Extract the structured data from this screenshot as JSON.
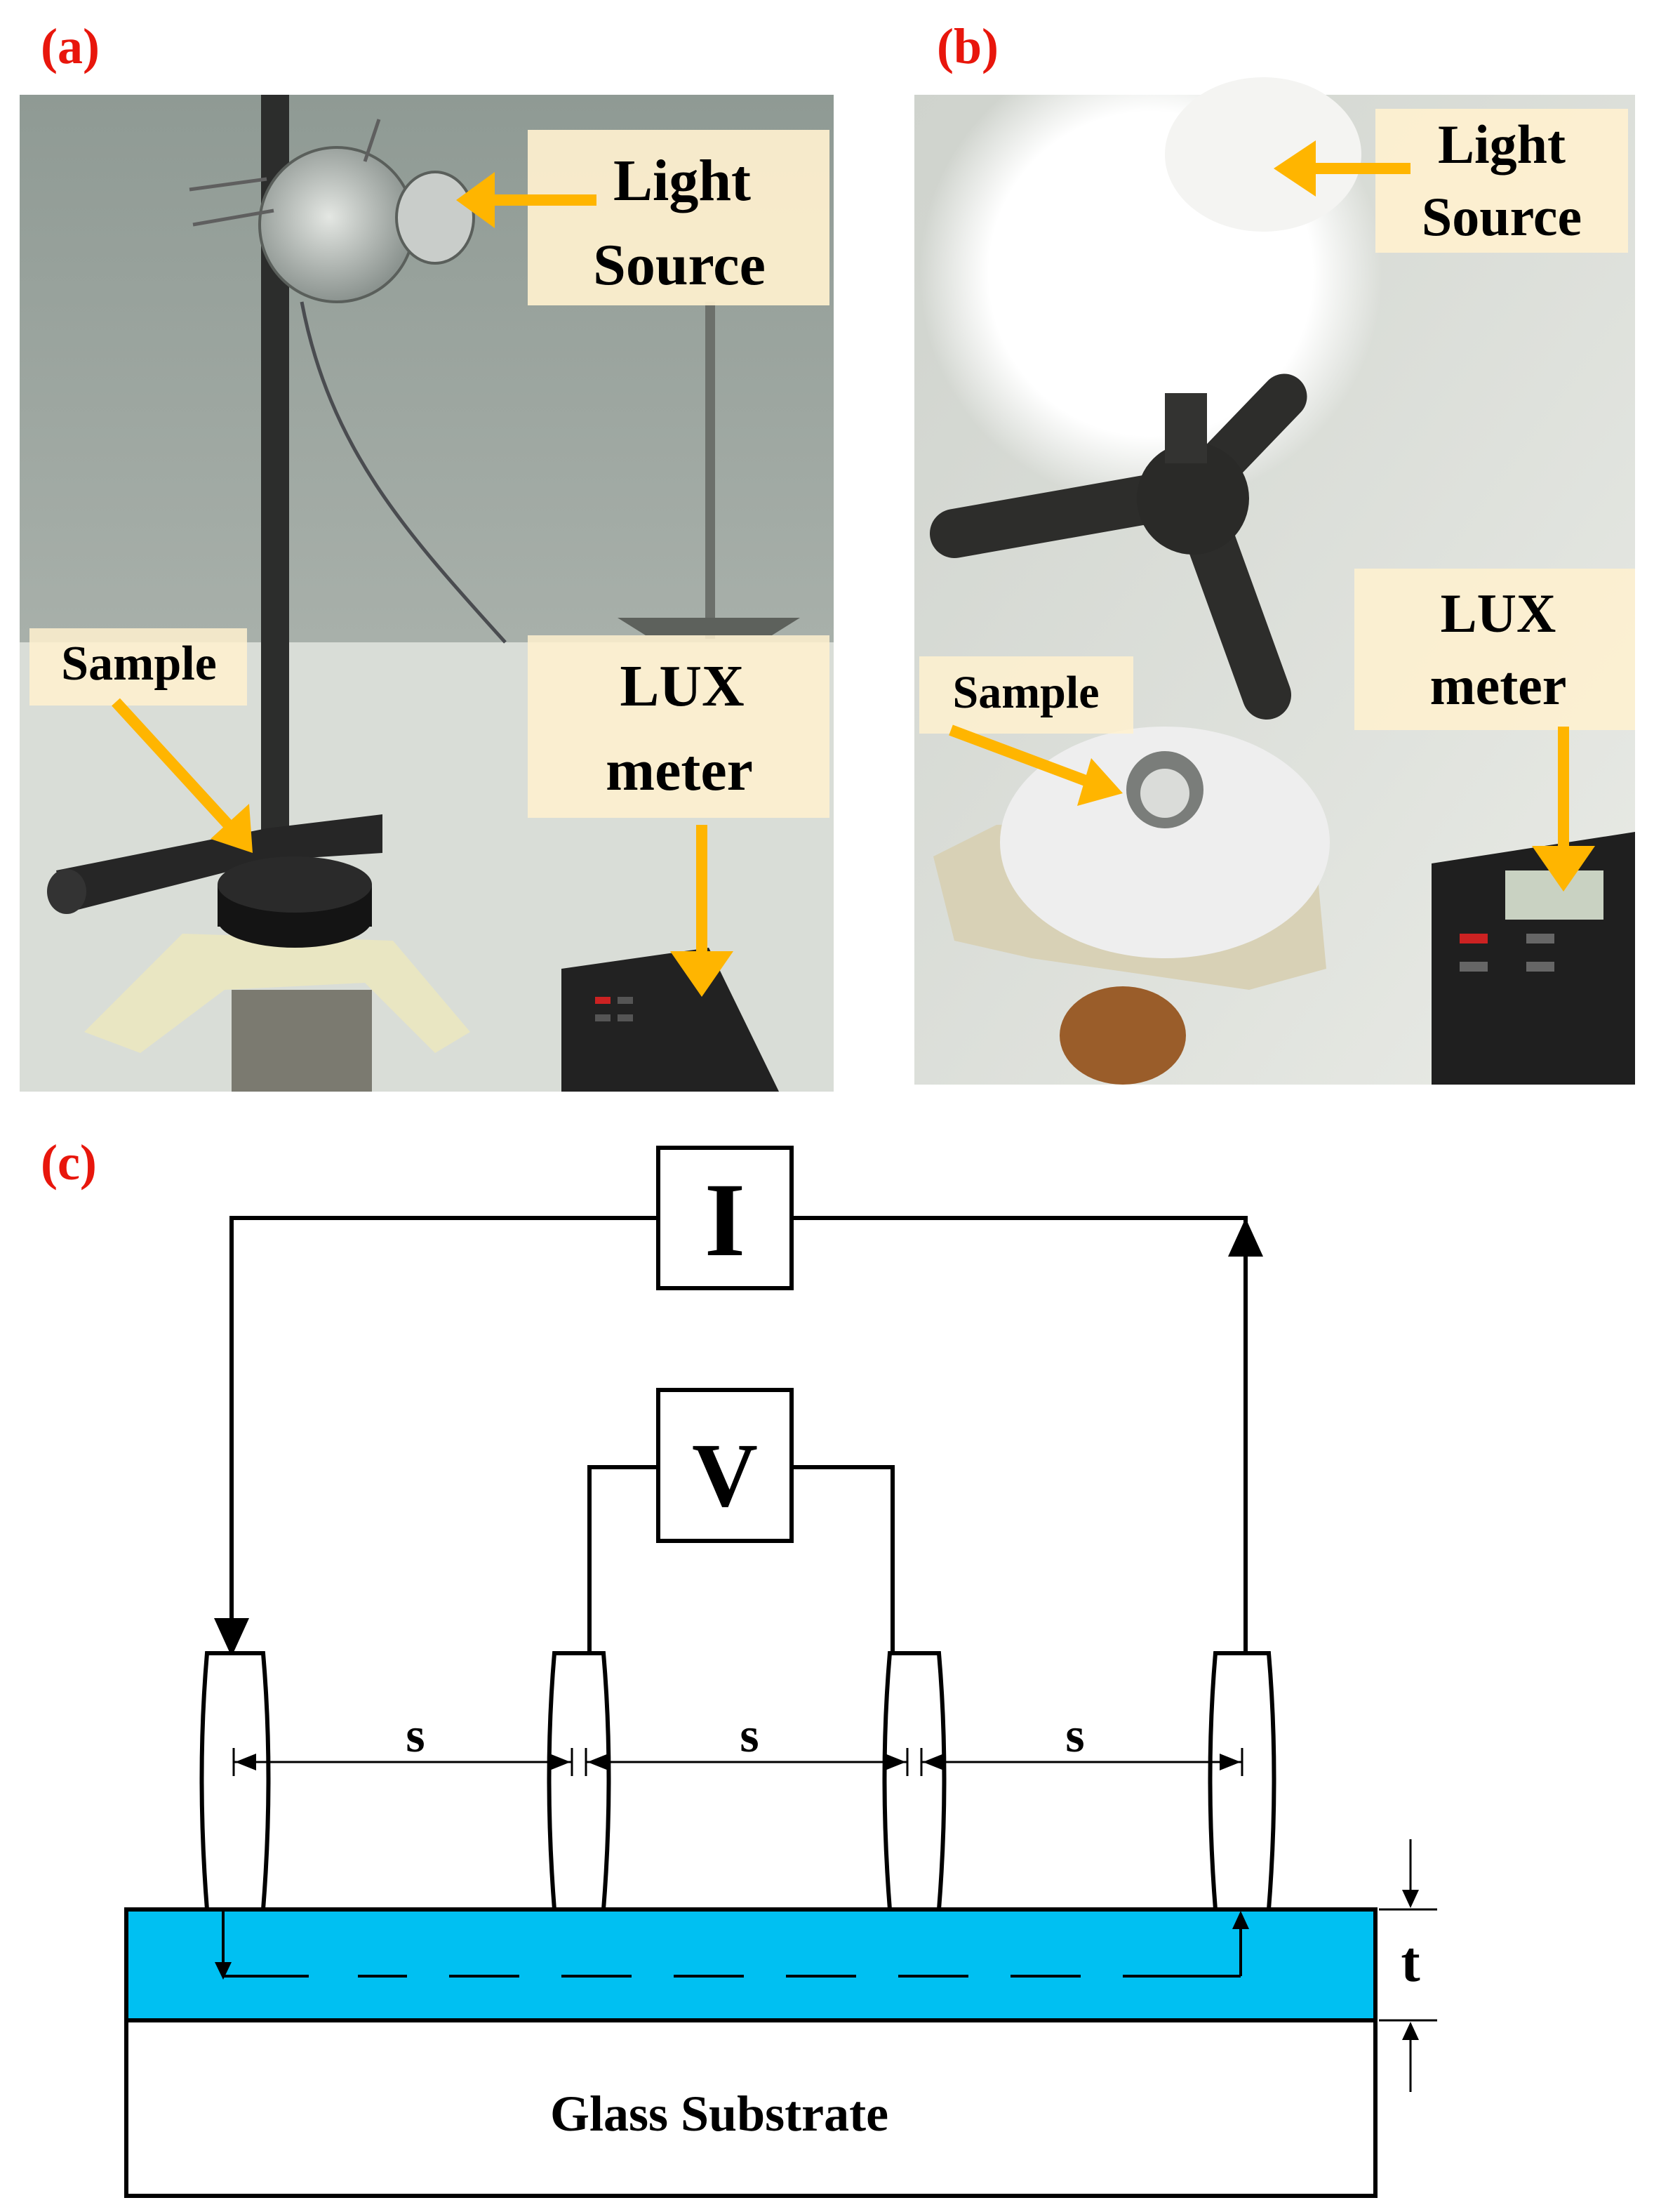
{
  "panels": {
    "a": {
      "tag": "(a)",
      "labels": {
        "light": [
          "Light",
          "Source"
        ],
        "sample": "Sample",
        "lux": [
          "LUX",
          "meter"
        ]
      }
    },
    "b": {
      "tag": "(b)",
      "labels": {
        "light": [
          "Light",
          "Source"
        ],
        "sample": "Sample",
        "lux": [
          "LUX",
          "meter"
        ]
      }
    },
    "c": {
      "tag": "(c)",
      "current_meter": "I",
      "voltage_meter": "V",
      "spacing_labels": [
        "s",
        "s",
        "s"
      ],
      "thickness_label": "t",
      "substrate_label": "Glass Substrate"
    }
  },
  "colors": {
    "tag_red": "#e8160c",
    "arrow_orange": "#ffb500",
    "label_bg": "#fff1cf",
    "film_blue": "#00c0f2",
    "line_black": "#000000"
  },
  "icons": [
    "lamp-bulb-icon",
    "stand-icon",
    "lux-meter-icon",
    "sample-disc-icon",
    "probe-icon",
    "arrowhead-icon"
  ]
}
